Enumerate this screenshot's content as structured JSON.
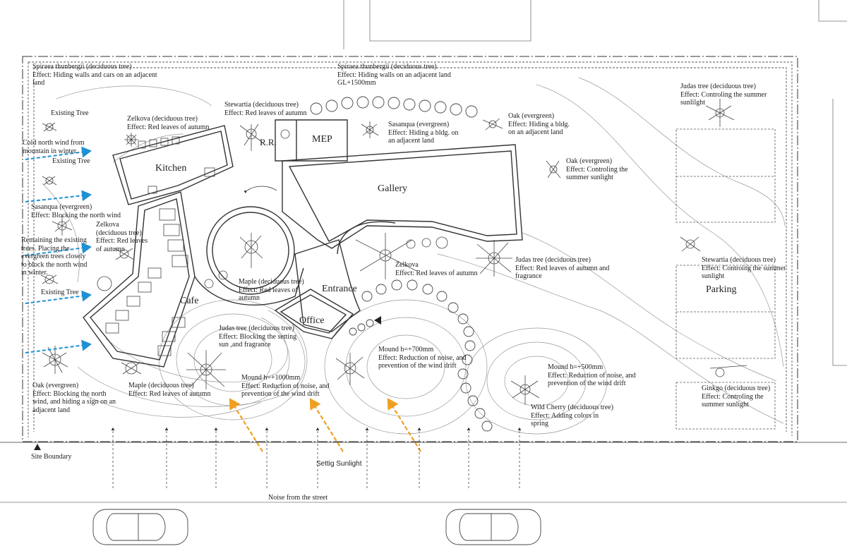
{
  "rooms": {
    "kitchen": "Kitchen",
    "rr": "R.R.",
    "mep": "MEP",
    "gallery": "Gallery",
    "cafe": "Cafe",
    "entrance": "Entrance",
    "office": "Office",
    "parking": "Parking"
  },
  "annotations": [
    {
      "id": "spiraea-west",
      "text": "Spiraea thunbergii (deciduous tree)\nEffect: Hiding walls and cars on an adjacent\nland"
    },
    {
      "id": "spiraea-north",
      "text": "Spiraea thunbergii (deciduous tree)\nEffect: Hiding walls on an adjacent land\nGL+1500mm"
    },
    {
      "id": "judas-ne",
      "text": "Judas tree (deciduous tree)\nEffect: Controling the summer\nsunlilght"
    },
    {
      "id": "stewartia-north",
      "text": "Stewartia (deciduous tree)\nEffect: Red leaves of autumn"
    },
    {
      "id": "existing-1",
      "text": "Existing Tree"
    },
    {
      "id": "zelkova-kitchen",
      "text": "Zelkova (deciduous tree)\nEffect: Red leaves of autumn"
    },
    {
      "id": "oak-north",
      "text": "Oak (evergreen)\nEffect: Hiding a bldg.\non an adjacent land"
    },
    {
      "id": "sasanqua-north",
      "text": "Sasanqua (evergreen)\nEffect: Hiding a bldg. on\nan adjacent land"
    },
    {
      "id": "cold-wind",
      "text": "Cold north wind from\nmountain in winter."
    },
    {
      "id": "existing-2",
      "text": "Existing Tree"
    },
    {
      "id": "oak-east",
      "text": "Oak (evergreen)\nEffect: Controling the\nsummer sunlight"
    },
    {
      "id": "sasanqua-west",
      "text": "Sasanqua (evergreen)\nEffect: Blocking the north wind"
    },
    {
      "id": "zelkova-west",
      "text": "Zelkova\n(deciduous tree)\nEffect: Red leaves\nof autumn"
    },
    {
      "id": "remaining",
      "text": "Remaining the existing\ntrees. Placing the\nevergreen trees closely\nto block the north wind\nin winter."
    },
    {
      "id": "zelkova-entrance",
      "text": "Zelkova\nEffect: Red leaves of autumn"
    },
    {
      "id": "judas-east",
      "text": "Judas tree (deciduous tree)\nEffect: Red leaves of autumn and\nfragrance"
    },
    {
      "id": "stewartia-east",
      "text": "Stewartia (deciduous tree)\nEffect: Controing the summer\nsunlight"
    },
    {
      "id": "maple-cafe",
      "text": "Maple (deciduous tree)\nEffect: Red leaves of\nautumn"
    },
    {
      "id": "existing-3",
      "text": "Existing Tree"
    },
    {
      "id": "judas-south",
      "text": "Judas tree (deciduous tree)\nEffect: Blocking the setting\nsun ,and fragrance"
    },
    {
      "id": "mound-700",
      "text": "Mound h=+700mm\nEffect: Reduction of noise, and\nprevention of the wind drift"
    },
    {
      "id": "mound-500",
      "text": "Mound h=+500mm\nEffect: Reduction of noise, and\nprevention of the wind drift"
    },
    {
      "id": "mound-1000",
      "text": "Mound h=+1000mm\nEffect: Reduction of noise, and\nprevention of the wind drift"
    },
    {
      "id": "oak-sw",
      "text": "Oak (evergreen)\nEffect: Blocking the north\nwind, and hiding a sign on an\nadjacent land"
    },
    {
      "id": "maple-south",
      "text": "Maple (deciduous tree)\nEffect: Red leaves of autumn"
    },
    {
      "id": "ginkgo",
      "text": "Ginkgo (deciduous tree)\nEffect: Controling the\nsummer sunlight"
    },
    {
      "id": "wild-cherry",
      "text": "Wild Cherry (deciduous tree)\nEffect: Adding colors in\nspring"
    }
  ],
  "notes": {
    "site_boundary": "Site Boundary",
    "setting_sunlight": "Settig Sunlight",
    "noise": "Noise from the street"
  },
  "colors": {
    "line": "#333333",
    "wind_arrow": "#1e90d6",
    "sun_arrow": "#f0a020",
    "hedge": "#555555"
  }
}
